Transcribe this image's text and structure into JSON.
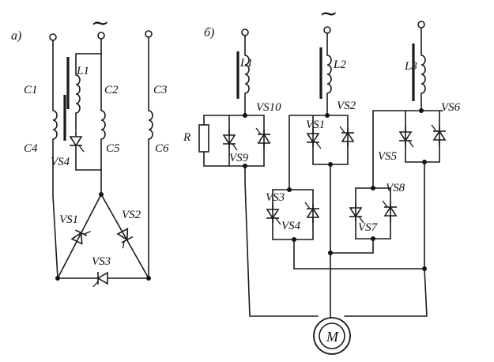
{
  "schematic_a": {
    "label": "а)",
    "supply": "~",
    "windings": [
      "C1",
      "C2",
      "C3",
      "C4",
      "C5",
      "C6"
    ],
    "inductor": "L1",
    "thyristors": [
      "VS1",
      "VS2",
      "VS3",
      "VS4"
    ]
  },
  "schematic_b": {
    "label": "б)",
    "supply": "~",
    "inductors": [
      "L1",
      "L2",
      "L3"
    ],
    "thyristors": [
      "VS1",
      "VS2",
      "VS3",
      "VS4",
      "VS5",
      "VS6",
      "VS7",
      "VS8",
      "VS9",
      "VS10"
    ],
    "resistor": "R",
    "motor": "M"
  },
  "colors": {
    "ink": "#1a1a1a",
    "background": "#ffffff"
  }
}
